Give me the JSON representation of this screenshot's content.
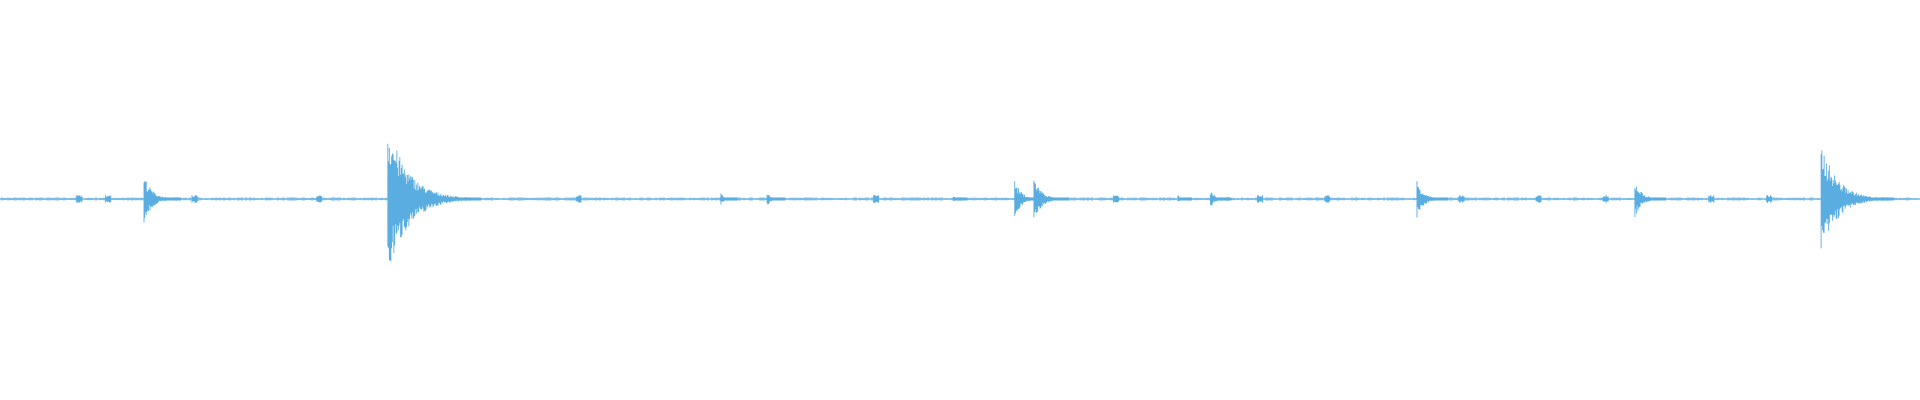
{
  "waveform": {
    "color": "#5aade0",
    "background": "#ffffff",
    "baseline_amplitude": 0.01,
    "transients": [
      {
        "time": 0.075,
        "amplitude": 0.13
      },
      {
        "time": 0.202,
        "amplitude": 0.4
      },
      {
        "time": 0.3755,
        "amplitude": 0.03
      },
      {
        "time": 0.3995,
        "amplitude": 0.04
      },
      {
        "time": 0.4965,
        "amplitude": 0.02
      },
      {
        "time": 0.5285,
        "amplitude": 0.1
      },
      {
        "time": 0.5385,
        "amplitude": 0.12
      },
      {
        "time": 0.6135,
        "amplitude": 0.02
      },
      {
        "time": 0.6305,
        "amplitude": 0.05
      },
      {
        "time": 0.738,
        "amplitude": 0.1
      },
      {
        "time": 0.8515,
        "amplitude": 0.1
      },
      {
        "time": 0.9485,
        "amplitude": 0.3
      }
    ],
    "minor_ticks": [
      0.04,
      0.055,
      0.1,
      0.165,
      0.3,
      0.455,
      0.58,
      0.655,
      0.69,
      0.76,
      0.8,
      0.835,
      0.89,
      0.92
    ]
  }
}
